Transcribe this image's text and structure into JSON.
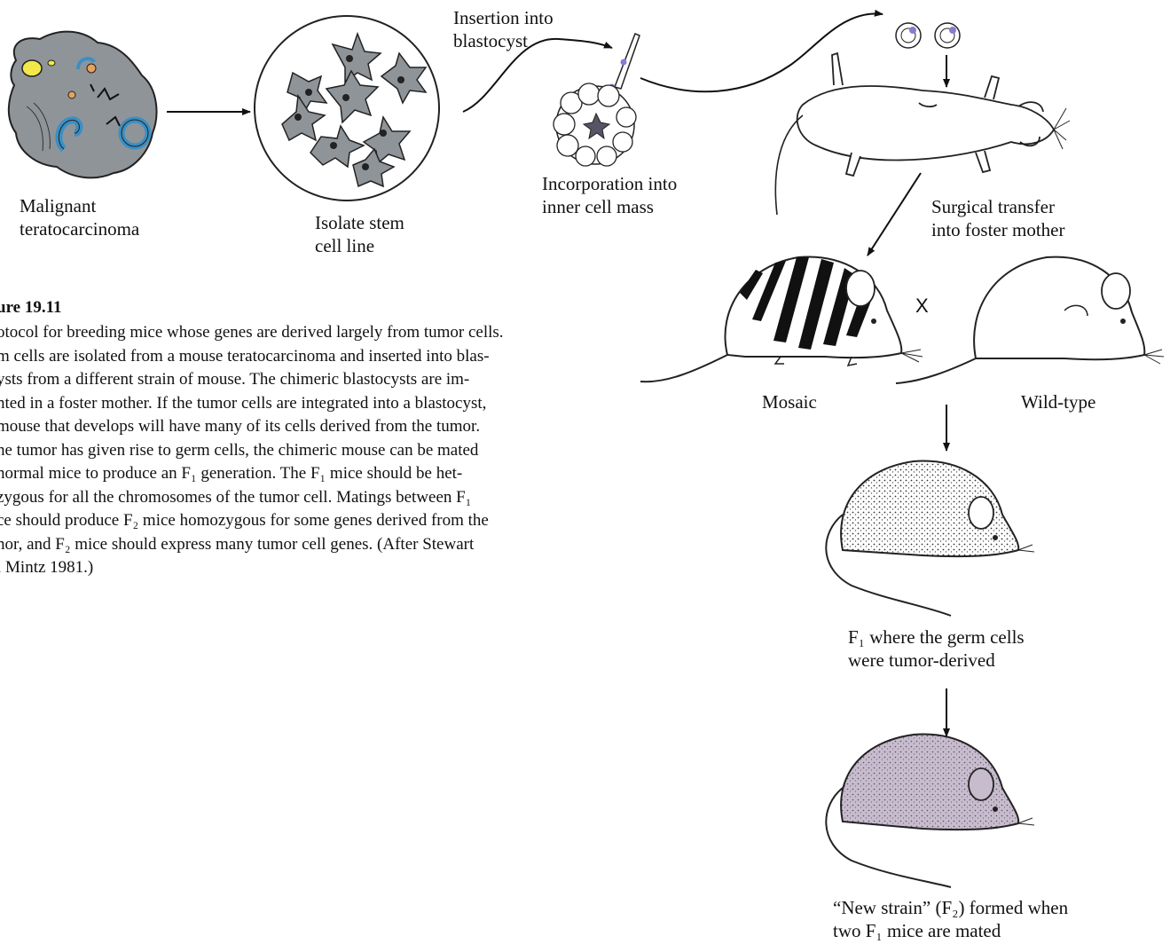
{
  "figure": {
    "title": "ure 19.11",
    "caption_lines": [
      "otocol for breeding mice whose genes are derived largely from tumor cells.",
      "m cells are isolated from a mouse teratocarcinoma and inserted into blas-",
      "ysts from a different strain of mouse. The chimeric blastocysts are im-",
      "nted in a foster mother. If the tumor cells are integrated into a blastocyst,",
      " mouse that develops will have many of its cells derived from the tumor.",
      "he tumor has given rise to germ cells, the chimeric mouse can be mated",
      "normal mice to produce an F₁ generation. The F₁ mice should be het-",
      "zygous for all the chromosomes of the tumor cell. Matings between F₁",
      "ce should produce F₂ mice homozygous for some genes derived from the",
      "nor, and F₂ mice should express many tumor cell genes. (After Stewart",
      "l Mintz 1981.)"
    ]
  },
  "labels": {
    "teratocarcinoma": [
      "Malignant",
      "teratocarcinoma"
    ],
    "stem_cell": [
      "Isolate stem",
      "cell line"
    ],
    "insertion": [
      "Insertion into",
      "blastocyst"
    ],
    "incorporation": [
      "Incorporation into",
      "inner cell mass"
    ],
    "surgical": [
      "Surgical transfer",
      "into foster mother"
    ],
    "mosaic": "Mosaic",
    "wild_type": "Wild-type",
    "cross_symbol": "X",
    "f1": [
      "F₁ where the germ cells",
      "were tumor-derived"
    ],
    "f2": [
      "“New strain” (F₂) formed when",
      "two F₁ mice are mated"
    ]
  },
  "colors": {
    "ink": "#111111",
    "tumor_gray": "#8f9499",
    "yellow": "#f2e84a",
    "blue": "#3a8fc4",
    "orange": "#e8a25a",
    "purple_dot": "#8a7bd0",
    "f2_fill": "#c7bccd"
  }
}
